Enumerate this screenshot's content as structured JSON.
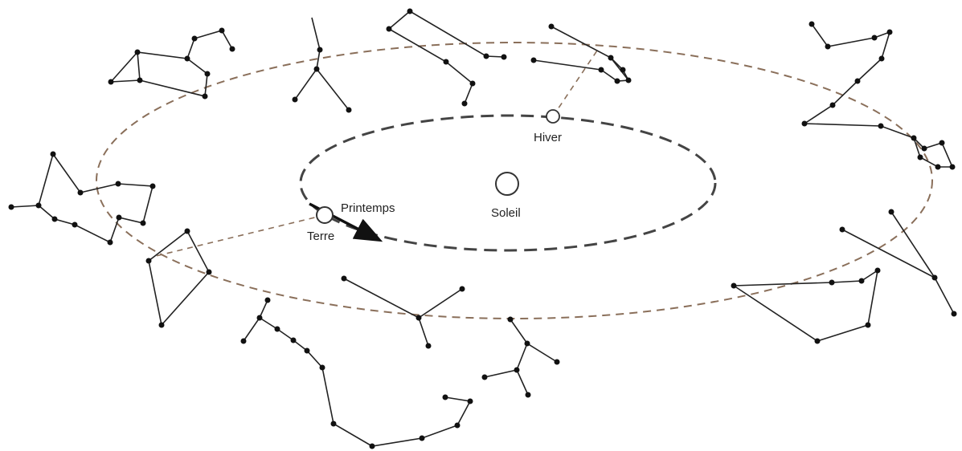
{
  "labels": {
    "sun": "Soleil",
    "earth": "Terre",
    "spring": "Printemps",
    "winter": "Hiver"
  },
  "colors": {
    "ink": "#111111",
    "orbit": "#444444",
    "ecliptic": "#8a6f5a",
    "background": "#ffffff"
  }
}
